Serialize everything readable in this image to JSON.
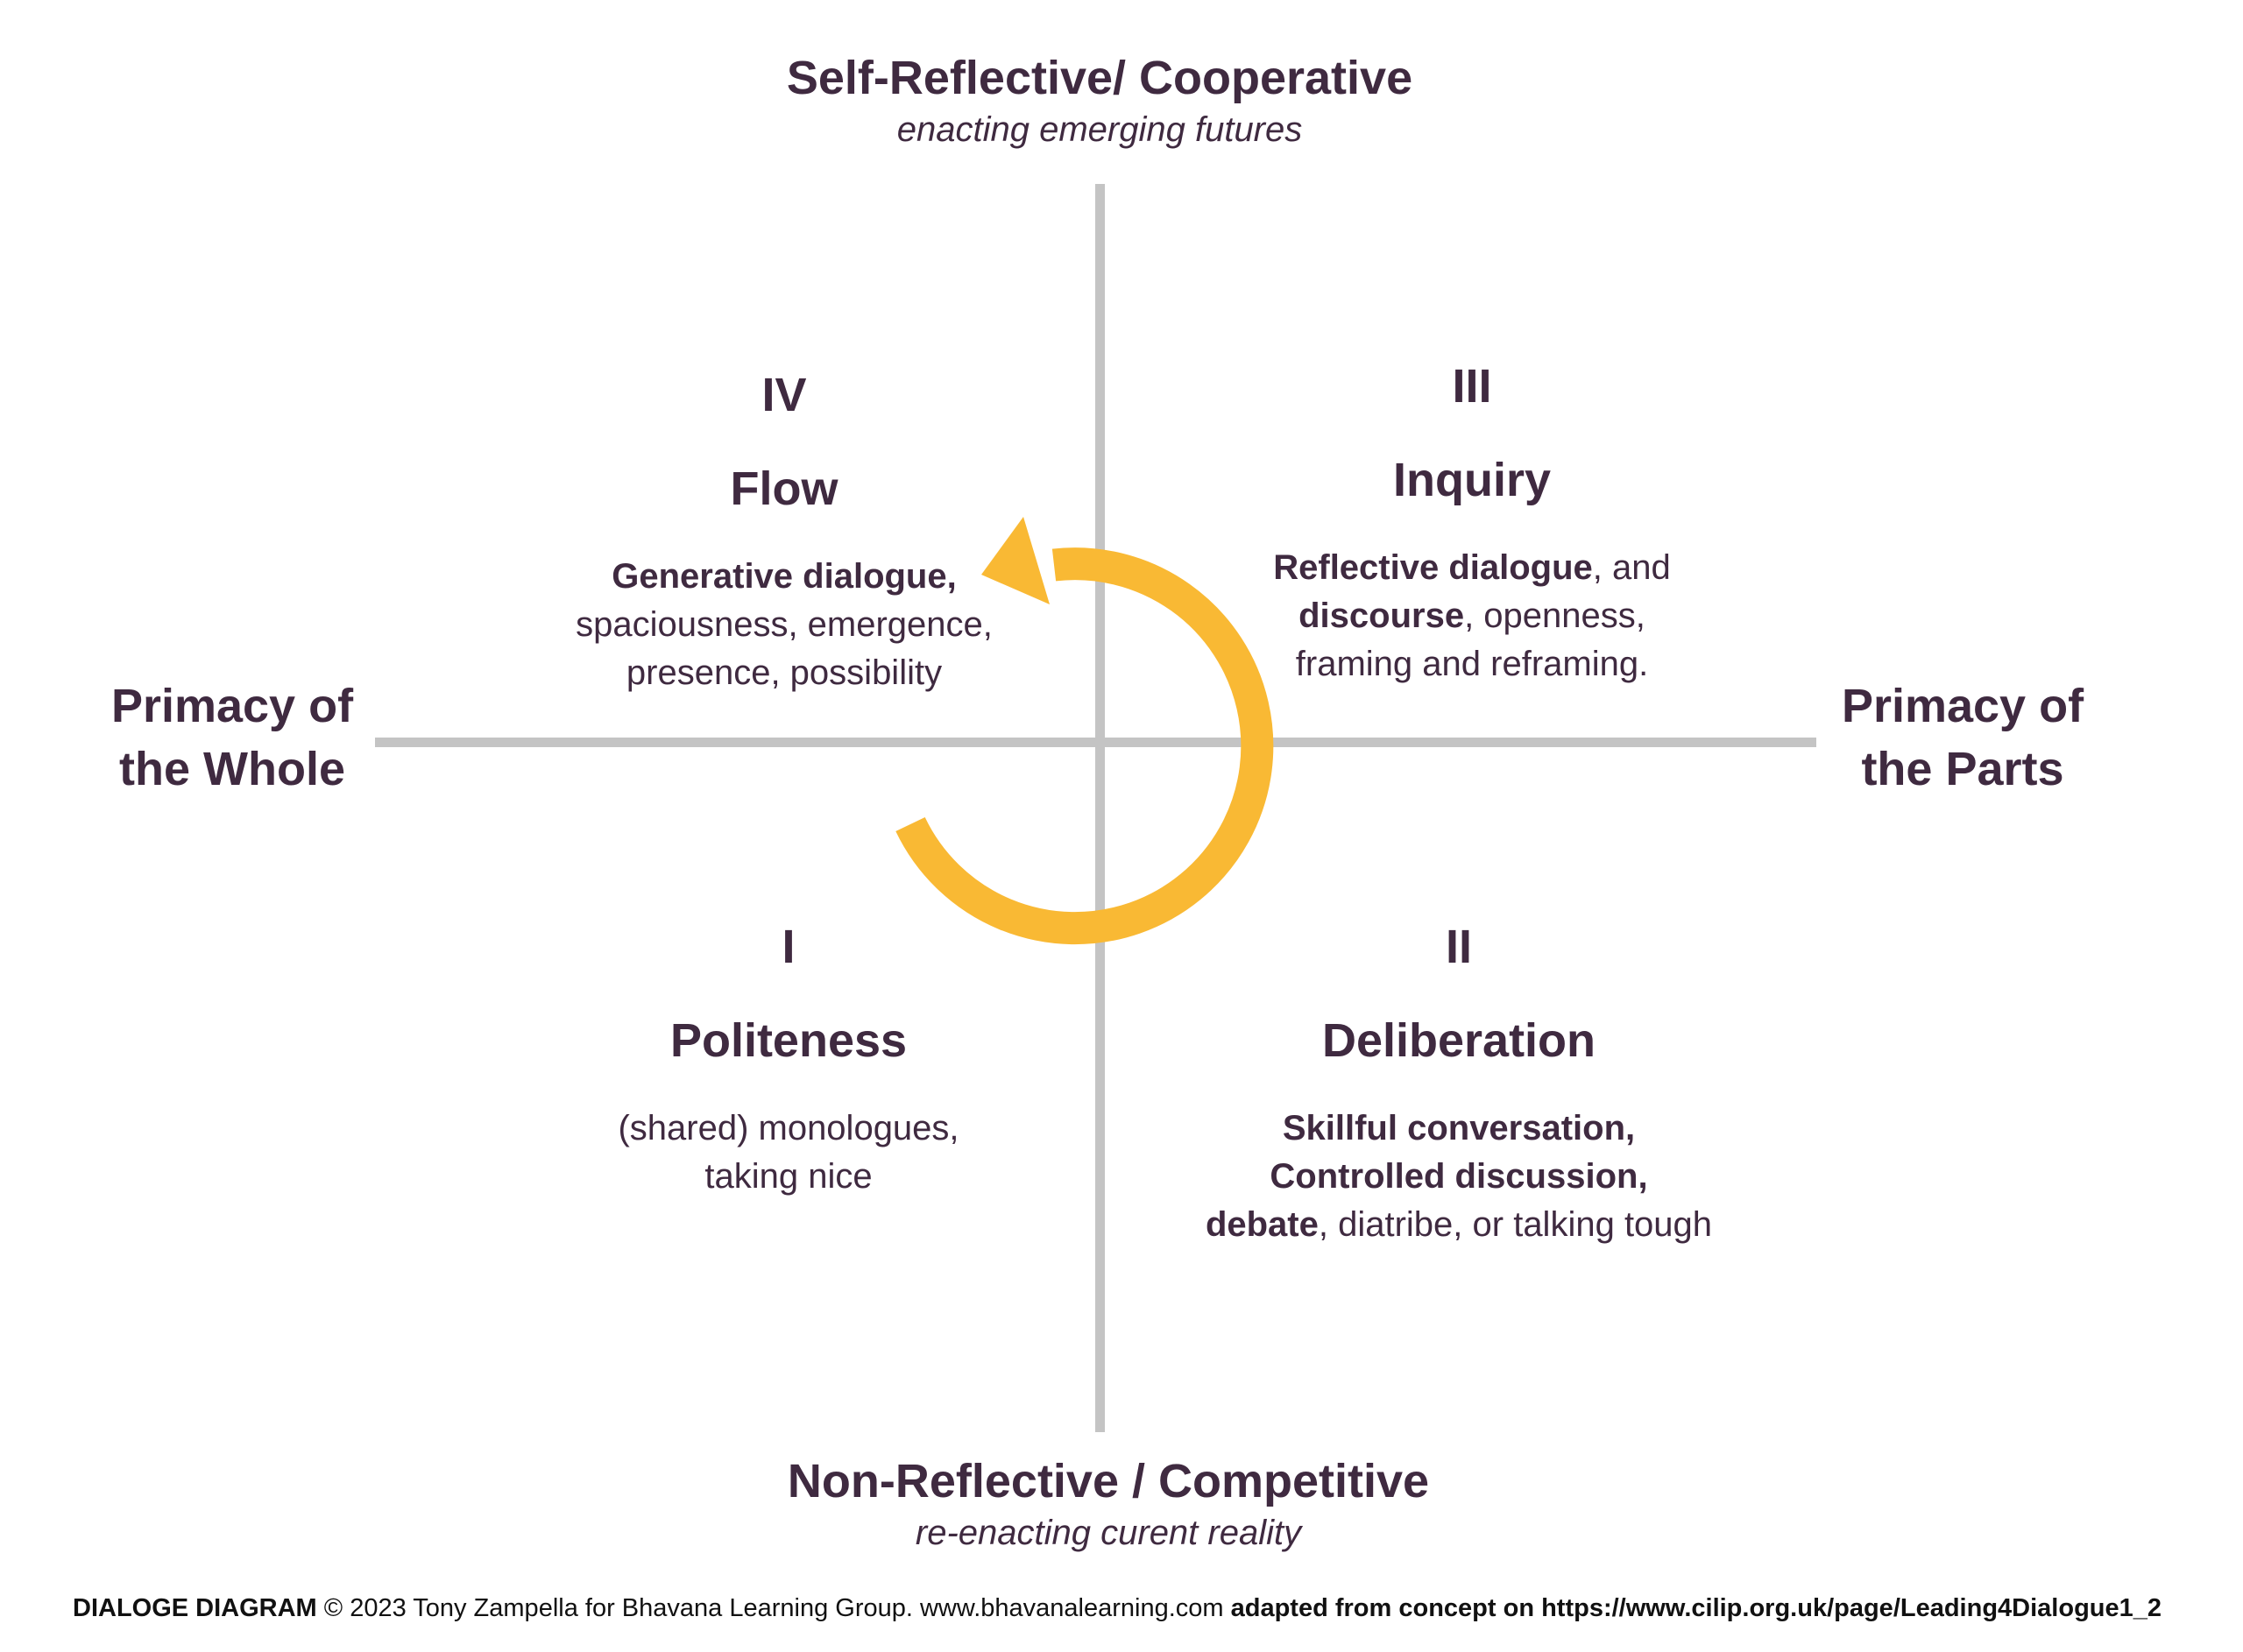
{
  "axes": {
    "top": {
      "title": "Self-Reflective/ Cooperative",
      "subtitle": "enacting emerging futures"
    },
    "bottom": {
      "title": "Non-Reflective / Competitive",
      "subtitle": "re-enacting curent reality"
    },
    "left": {
      "line1": "Primacy of",
      "line2": "the Whole"
    },
    "right": {
      "line1": "Primacy of",
      "line2": "the Parts"
    }
  },
  "quadrants": {
    "iv": {
      "numeral": "IV",
      "title": "Flow",
      "bold1": "Generative dialogue,",
      "line2": "spaciousness, emergence,",
      "line3": "presence, possibility"
    },
    "iii": {
      "numeral": "III",
      "title": "Inquiry",
      "bold1": "Reflective dialogue",
      "rest1": ", and",
      "bold2": "discourse",
      "rest2": ", openness,",
      "line3": "framing and reframing."
    },
    "i": {
      "numeral": "I",
      "title": "Politeness",
      "line1": "(shared) monologues,",
      "line2": "taking nice"
    },
    "ii": {
      "numeral": "II",
      "title": "Deliberation",
      "bold1": "Skillful conversation,",
      "bold2": "Controlled discussion,",
      "bold3": "debate",
      "rest3": ", diatribe, or talking tough"
    }
  },
  "footer": {
    "bold": "DIALOGE DIAGRAM",
    "copyright": " © 2023 Tony Zampella for Bhavana Learning Group. www.bhavanalearning.com",
    "adapted": " adapted from concept on https://www.cilip.org.uk/page/Leading4Dialogue1_2"
  },
  "colors": {
    "text": "#3f2a40",
    "axis": "#c4c4c4",
    "arrow": "#f9b934"
  },
  "icons": {
    "cycle": "circular-arrow-icon"
  }
}
